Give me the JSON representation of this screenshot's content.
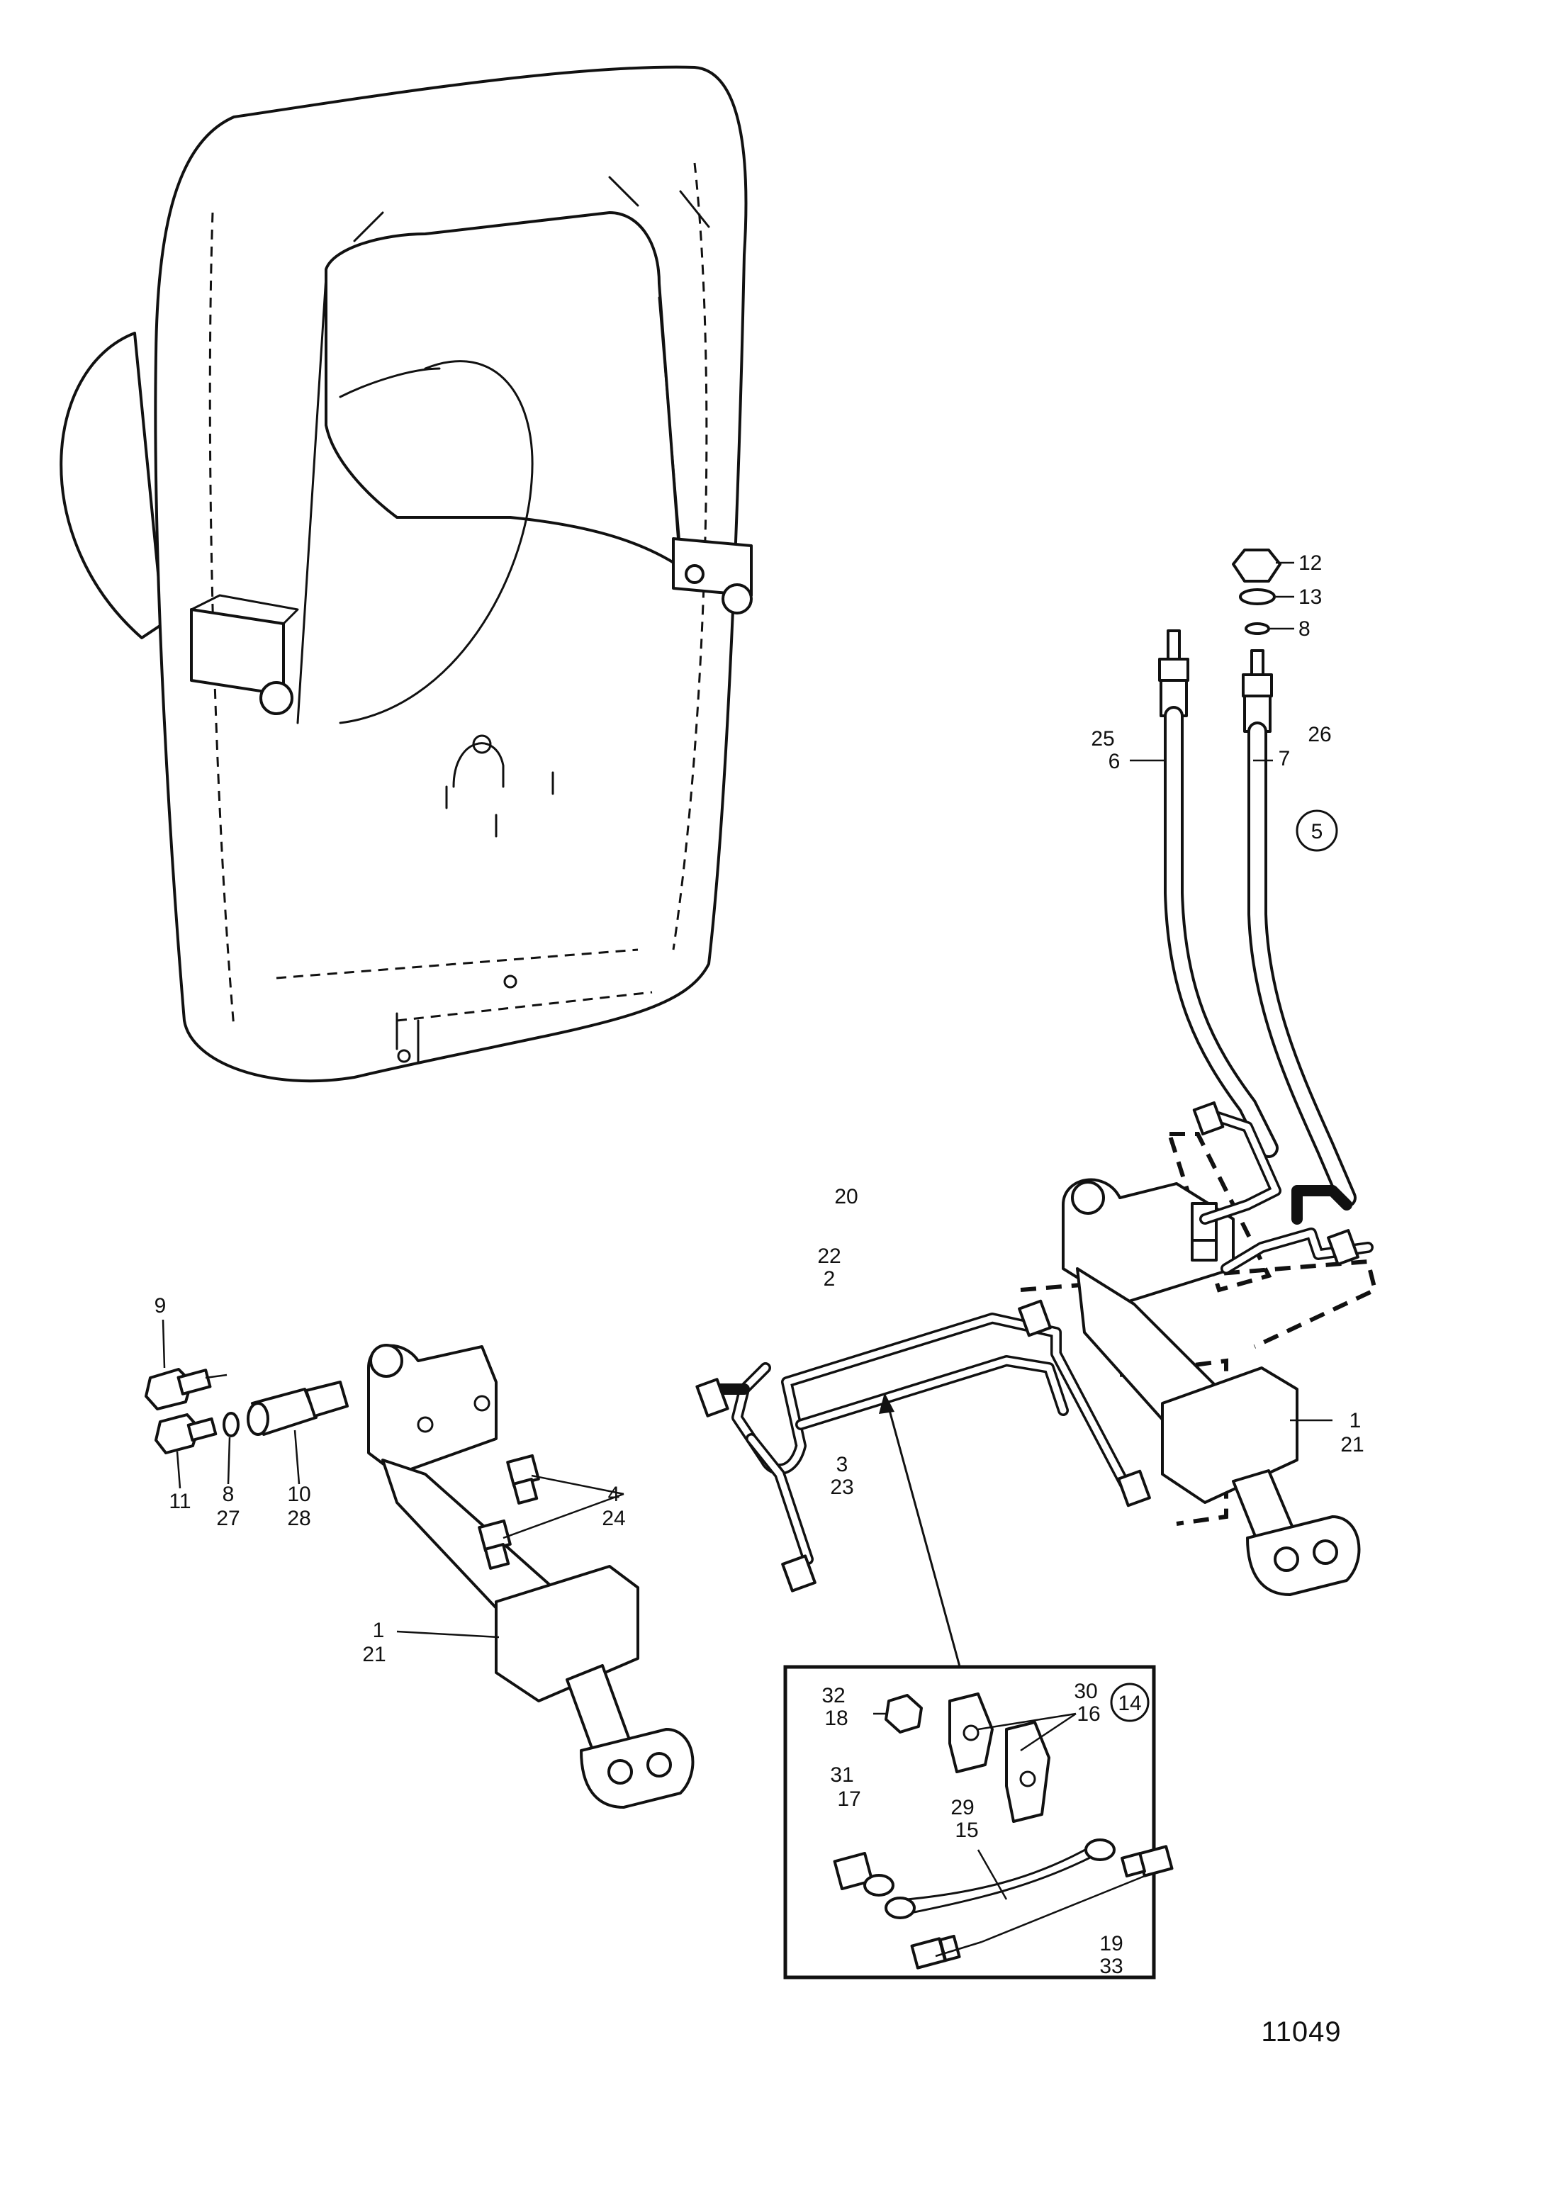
{
  "figure_number": "11049",
  "callouts": {
    "c12": "12",
    "c13": "13",
    "c8_top": "8",
    "c25": "25",
    "c6": "6",
    "c26": "26",
    "c7": "7",
    "c5": "5",
    "c20": "20",
    "c22": "22",
    "c2": "2",
    "c3": "3",
    "c23": "23",
    "c1_right": "1",
    "c21_right": "21",
    "c9": "9",
    "c11": "11",
    "c8_left": "8",
    "c27": "27",
    "c10": "10",
    "c28": "28",
    "c4": "4",
    "c24": "24",
    "c1_left": "1",
    "c21_left": "21",
    "c32": "32",
    "c18": "18",
    "c30": "30",
    "c16": "16",
    "c14": "14",
    "c31": "31",
    "c17": "17",
    "c29": "29",
    "c15": "15",
    "c19": "19",
    "c33": "33"
  }
}
